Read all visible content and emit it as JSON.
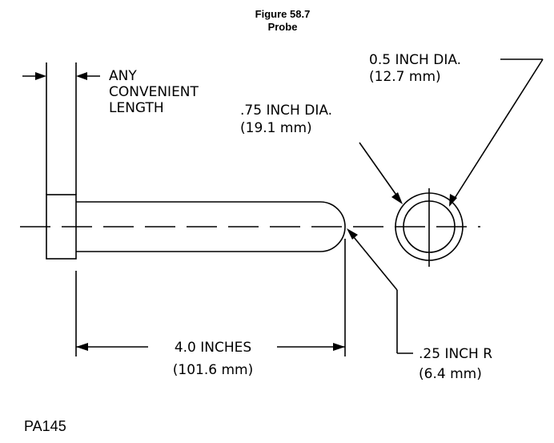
{
  "figure": {
    "title": "Figure 58.7",
    "subtitle": "Probe"
  },
  "labels": {
    "handle_length": [
      "ANY",
      "CONVENIENT",
      "LENGTH"
    ],
    "outer_diameter": [
      ".75 INCH DIA.",
      "(19.1 mm)"
    ],
    "inner_diameter": [
      "0.5 INCH DIA.",
      "(12.7 mm)"
    ],
    "probe_length": [
      "4.0 INCHES",
      "(101.6 mm)"
    ],
    "tip_radius": [
      ".25 INCH R",
      "(6.4 mm)"
    ]
  },
  "reference": "PA145"
}
